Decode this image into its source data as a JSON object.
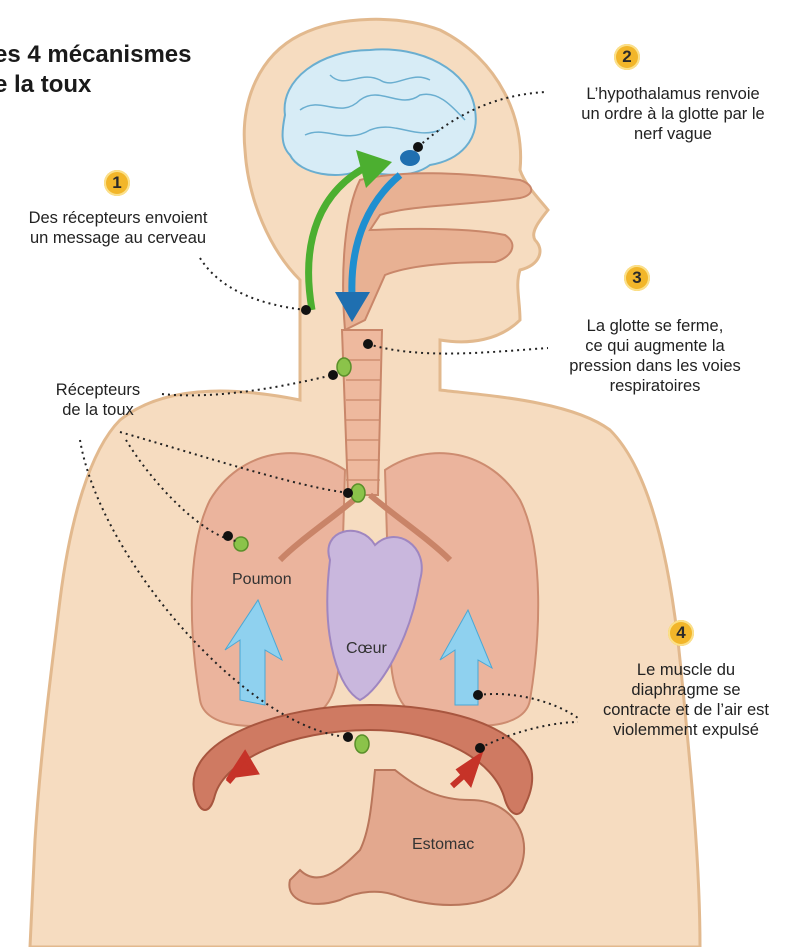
{
  "title": {
    "line1": "es 4 mécanismes",
    "line2": "e la toux"
  },
  "steps": [
    {
      "number": "1",
      "lines": [
        "Des récepteurs envoient",
        "un message au cerveau"
      ]
    },
    {
      "number": "2",
      "lines": [
        "L’hypothalamus renvoie",
        "un ordre à la glotte par le",
        "nerf vague"
      ]
    },
    {
      "number": "3",
      "lines": [
        "La glotte se ferme,",
        "ce qui augmente la",
        "pression dans les voies",
        "respiratoires"
      ]
    },
    {
      "number": "4",
      "lines": [
        "Le muscle du",
        "diaphragme se",
        "contracte et de l’air est",
        "violemment expulsé"
      ]
    }
  ],
  "receptors_label": [
    "Récepteurs",
    "de la toux"
  ],
  "organs": {
    "lung": "Poumon",
    "heart": "Cœur",
    "stomach": "Estomac"
  },
  "colors": {
    "skin": "#f6dcc0",
    "skin_outline": "#e2b98e",
    "brain": "#d7ecf6",
    "airway": "#e8b193",
    "lung": "#eab09a",
    "heart": "#c9b7dd",
    "diaphragm": "#cf7a62",
    "stomach": "#e3a88e",
    "receptor": "#8bc34a",
    "badge": "#f2b62a",
    "blue_arrow": "#1f8fd0",
    "green_arrow": "#4caf30",
    "red_arrow": "#c63328",
    "air_arrow": "#8fd1ef"
  }
}
